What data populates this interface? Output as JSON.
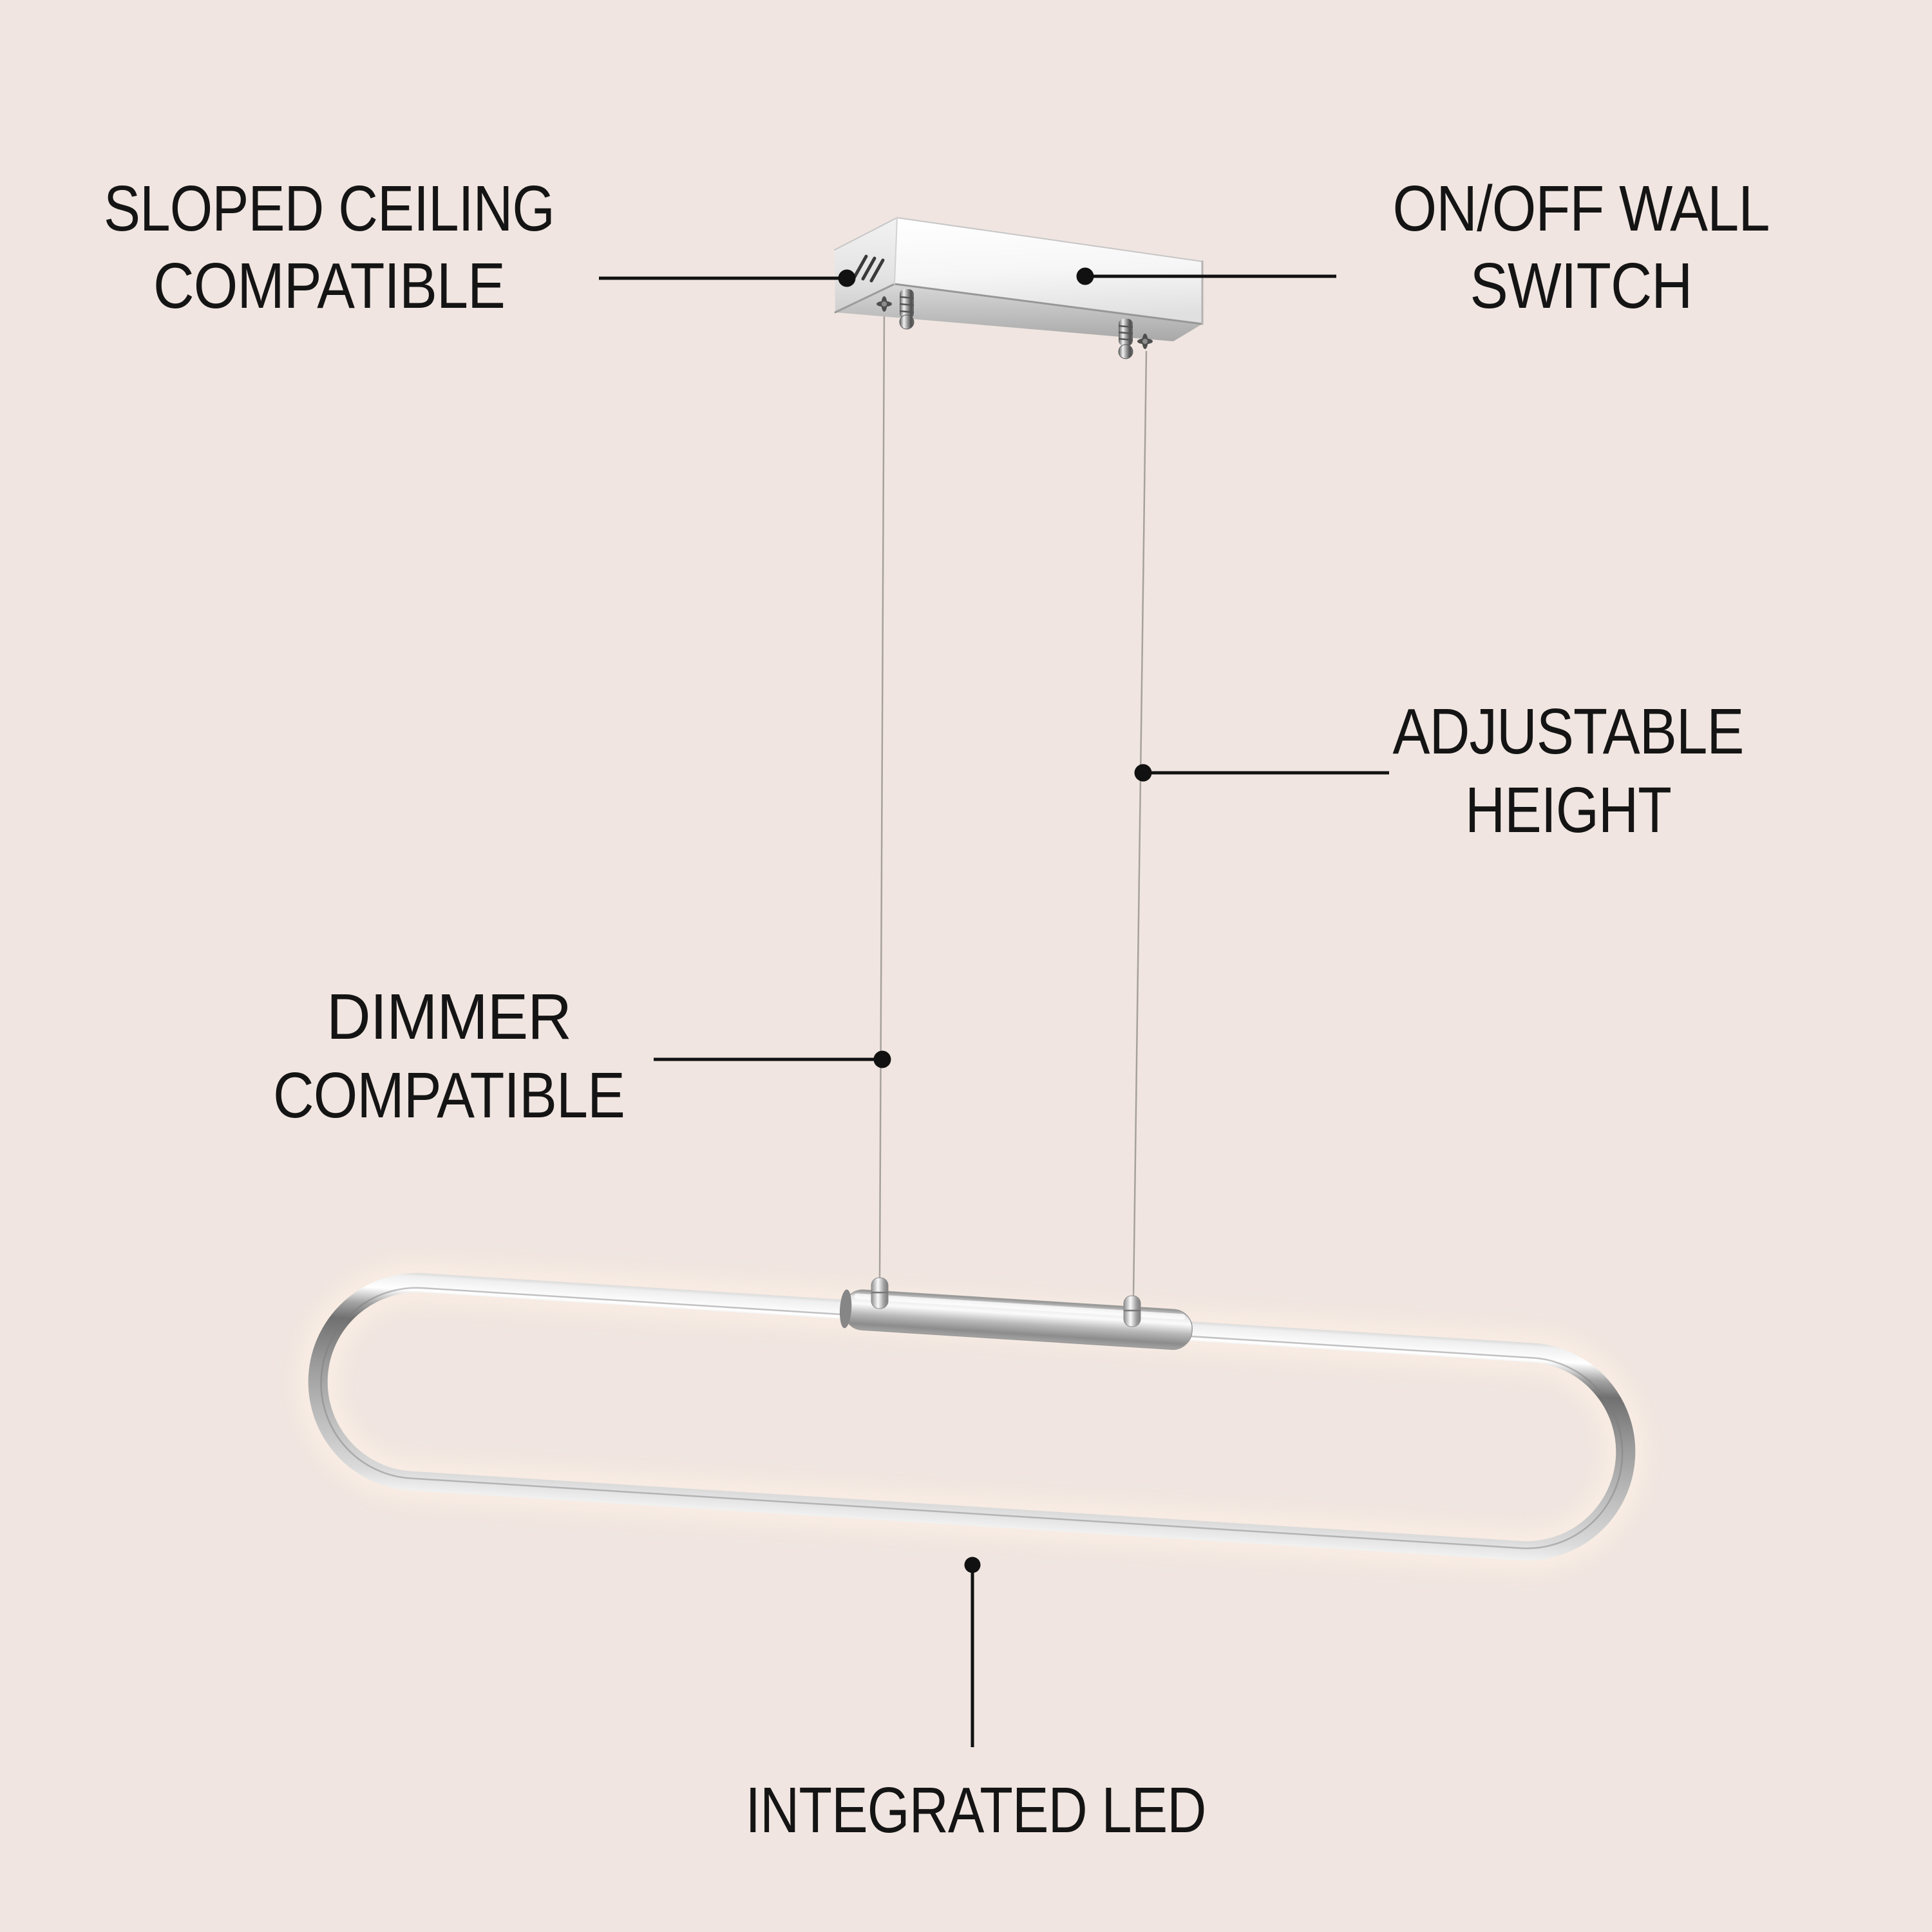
{
  "colors": {
    "background": "#f0e5e0",
    "text": "#141414",
    "callout": "#111111",
    "chrome_light": "#ffffff",
    "chrome_mid": "#c9c9c9",
    "chrome_dark": "#7a7a7a",
    "led_glow": "#f8ece3",
    "cable": "#a6a19d"
  },
  "labels": {
    "sloped_ceiling": {
      "line1": "SLOPED CEILING",
      "line2": "COMPATIBLE"
    },
    "wall_switch": {
      "line1": "ON/OFF WALL",
      "line2": "SWITCH"
    },
    "adjustable_height": {
      "line1": "ADJUSTABLE",
      "line2": "HEIGHT"
    },
    "dimmer": {
      "line1": "DIMMER",
      "line2": "COMPATIBLE"
    },
    "integrated_led": {
      "text": "INTEGRATED LED"
    }
  },
  "icons": {
    "vent_slashes": "///"
  }
}
